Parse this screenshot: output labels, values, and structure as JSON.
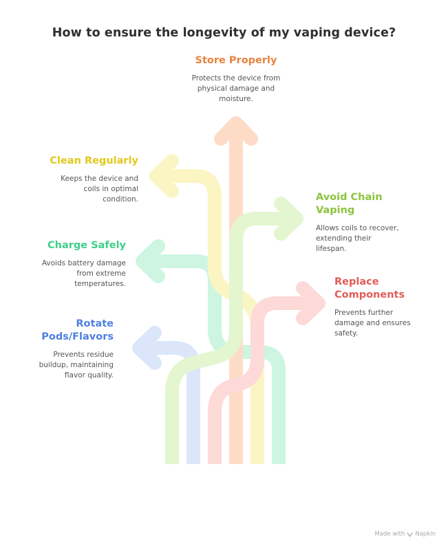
{
  "title": "How to ensure the longevity of my vaping device?",
  "colors": {
    "store": "#e8843e",
    "clean": "#e2c91d",
    "avoid": "#8cc43f",
    "charge": "#3ecf8a",
    "replace": "#e25c55",
    "rotate": "#4f7fe0"
  },
  "items": {
    "store": {
      "title": "Store Properly",
      "desc": [
        "Protects the device from",
        "physical damage and",
        "moisture."
      ]
    },
    "clean": {
      "title": "Clean Regularly",
      "desc": [
        "Keeps the device and",
        "coils in optimal",
        "condition."
      ]
    },
    "avoid": {
      "title": [
        "Avoid Chain",
        "Vaping"
      ],
      "desc": [
        "Allows coils to recover,",
        "extending their",
        "lifespan."
      ]
    },
    "charge": {
      "title": "Charge Safely",
      "desc": [
        "Avoids battery damage",
        "from extreme",
        "temperatures."
      ]
    },
    "replace": {
      "title": [
        "Replace",
        "Components"
      ],
      "desc": [
        "Prevents further",
        "damage and ensures",
        "safety."
      ]
    },
    "rotate": {
      "title": [
        "Rotate",
        "Pods/Flavors"
      ],
      "desc": [
        "Prevents residue",
        "buildup, maintaining",
        "flavor quality."
      ]
    }
  },
  "footer": {
    "text": "Made with",
    "brand": "Napkin",
    "icon": "napkin-logo-icon"
  }
}
